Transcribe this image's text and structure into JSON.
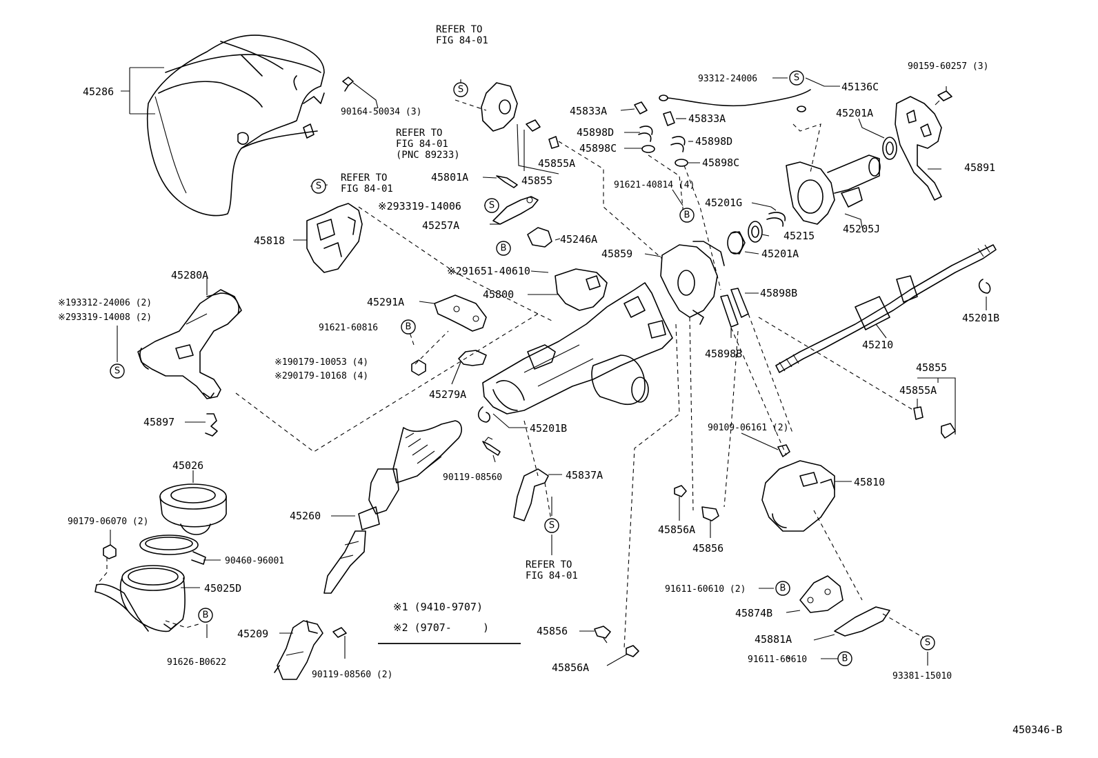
{
  "figure_code": "450346-B",
  "legend": {
    "note1_mark": "※1",
    "note1_range": "(9410-9707)",
    "note2_mark": "※2",
    "note2_range": "(9707-     )"
  },
  "badges": {
    "s": "S",
    "b": "B"
  },
  "references": {
    "fig_a": [
      "REFER TO",
      "FIG 84-01"
    ],
    "fig_b": [
      "REFER TO",
      "FIG 84-01",
      "(PNC 89233)"
    ],
    "fig_c": [
      "REFER TO",
      "FIG 84-01"
    ],
    "fig_d": [
      "REFER TO",
      "FIG 84-01"
    ]
  },
  "labels": {
    "p45286": "45286",
    "p90164": "90164-50034 (3)",
    "p45855A_1": "45855A",
    "p45855_1": "45855",
    "p45801A": "45801A",
    "p93319_14006": "93319-14006",
    "p45257A": "45257A",
    "p45246A": "45246A",
    "p91651": "91651-40610",
    "p45818": "45818",
    "p45280A": "45280A",
    "p93312_2": "93312-24006 (2)",
    "p93319_14008": "93319-14008 (2)",
    "p45291A": "45291A",
    "p91621_60816": "91621-60816",
    "p45800": "45800",
    "p90179_10053": "90179-10053 (4)",
    "p90179_10168": "90179-10168 (4)",
    "p45279A": "45279A",
    "p45201B_1": "45201B",
    "p45897": "45897",
    "p45026": "45026",
    "p90179_06070": "90179-06070 (2)",
    "p90460": "90460-96001",
    "p45025D": "45025D",
    "p91626": "91626-B0622",
    "p45260": "45260",
    "p90119_1": "90119-08560",
    "p45837A": "45837A",
    "p45209": "45209",
    "p90119_2": "90119-08560 (2)",
    "p45856_1": "45856",
    "p45856A_1": "45856A",
    "p93312_24006": "93312-24006",
    "p45136C": "45136C",
    "p90159": "90159-60257 (3)",
    "p45833A_1": "45833A",
    "p45833A_2": "45833A",
    "p45898D_1": "45898D",
    "p45898D_2": "45898D",
    "p45898C_1": "45898C",
    "p45898C_2": "45898C",
    "p45201A_1": "45201A",
    "p45891": "45891",
    "p91621_40814": "91621-40814 (4)",
    "p45201G": "45201G",
    "p45215": "45215",
    "p45205J": "45205J",
    "p45859": "45859",
    "p45201A_2": "45201A",
    "p45898B_1": "45898B",
    "p45898B_2": "45898B",
    "p45201B_2": "45201B",
    "p45210": "45210",
    "p45855_2": "45855",
    "p45855A_2": "45855A",
    "p90109": "90109-06161 (2)",
    "p45810": "45810",
    "p45856A_2": "45856A",
    "p45856_2": "45856",
    "p91611_1": "91611-60610 (2)",
    "p45874B": "45874B",
    "p45881A": "45881A",
    "p91611_2": "91611-60610",
    "p93381": "93381-15010"
  }
}
